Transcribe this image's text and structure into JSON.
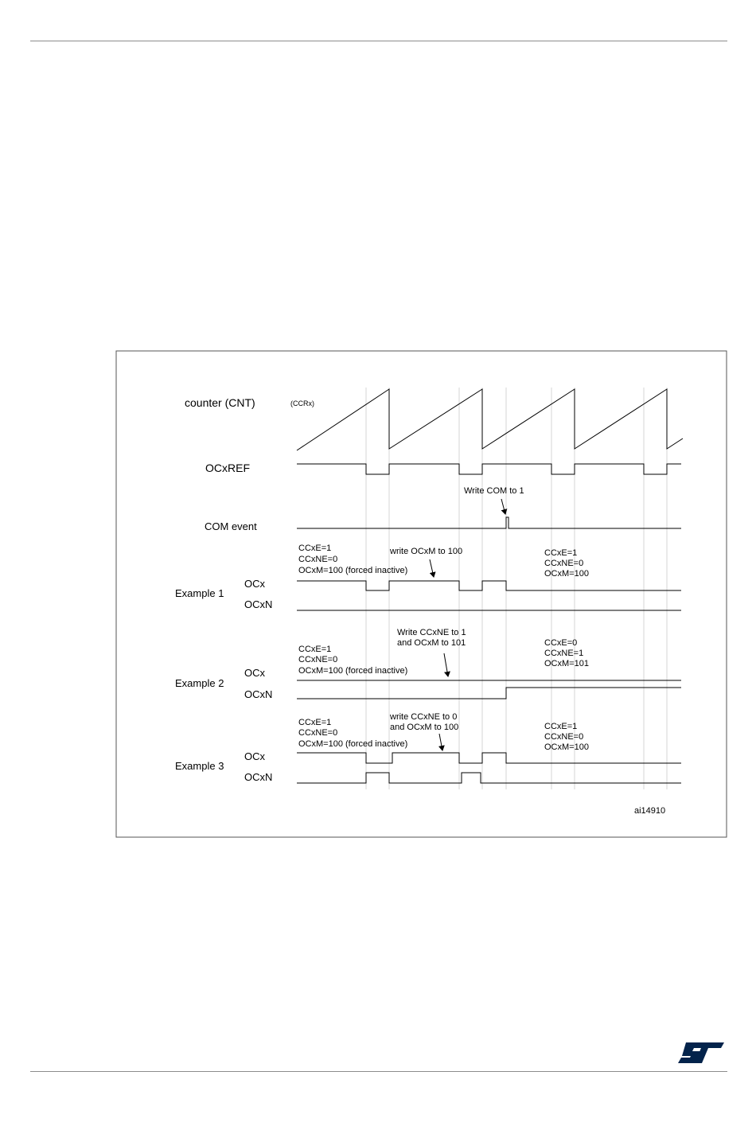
{
  "figure": {
    "signal_labels": {
      "counter": "counter (CNT)",
      "ccrx": "(CCRx)",
      "ocxref": "OCxREF",
      "com_event": "COM event",
      "ocx": "OCx",
      "ocxn": "OCxN"
    },
    "write_com_note": "Write COM to 1",
    "examples": [
      {
        "name": "Example 1",
        "before": [
          "CCxE=1",
          "CCxNE=0",
          "OCxM=100 (forced inactive)"
        ],
        "write_note": [
          "write OCxM to 100"
        ],
        "after": [
          "CCxE=1",
          "CCxNE=0",
          "OCxM=100"
        ]
      },
      {
        "name": "Example 2",
        "before": [
          "CCxE=1",
          "CCxNE=0",
          "OCxM=100 (forced inactive)"
        ],
        "write_note": [
          "Write CCxNE to 1",
          "and OCxM to 101"
        ],
        "after": [
          "CCxE=0",
          "CCxNE=1",
          "OCxM=101"
        ]
      },
      {
        "name": "Example 3",
        "before": [
          "CCxE=1",
          "CCxNE=0",
          "OCxM=100 (forced inactive)"
        ],
        "write_note": [
          "write CCxNE to 0",
          "and OCxM to 100"
        ],
        "after": [
          "CCxE=1",
          "CCxNE=0",
          "OCxM=100"
        ]
      }
    ],
    "figure_id": "ai14910"
  },
  "logo": {
    "name": "st-logo",
    "text": "ST",
    "color": "#03234b"
  },
  "colors": {
    "signal": "#000000",
    "gridline": "#c8c8c8",
    "frame": "#555555"
  }
}
